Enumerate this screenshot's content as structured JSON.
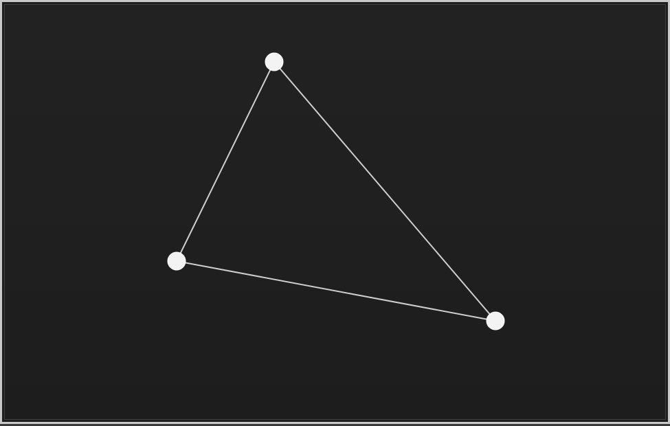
{
  "diagram": {
    "type": "triangle-graph",
    "nodes": [
      {
        "id": "a"
      },
      {
        "id": "b"
      },
      {
        "id": "c"
      }
    ],
    "edges": [
      {
        "from": "a",
        "to": "b"
      },
      {
        "from": "b",
        "to": "c"
      },
      {
        "from": "c",
        "to": "a"
      }
    ],
    "colors": {
      "background": "#1e1e1e",
      "frame": "#c9c9c9",
      "edge": "#cfcfcf",
      "node": "#f3f3f3"
    }
  }
}
